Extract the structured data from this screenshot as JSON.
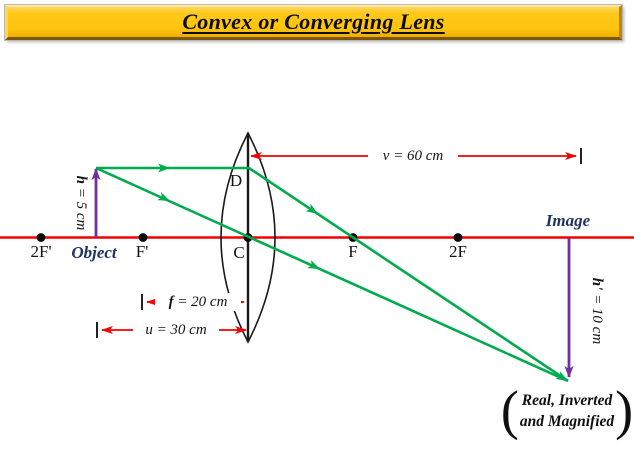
{
  "title": "Convex or Converging Lens",
  "axis_points": [
    {
      "label": "2F'"
    },
    {
      "label": "F'"
    },
    {
      "label": "C"
    },
    {
      "label": "F"
    },
    {
      "label": "2F"
    }
  ],
  "lens": {
    "top_point_label": "D"
  },
  "object": {
    "label": "Object",
    "height": {
      "var": "h",
      "rest": " = 5 cm"
    }
  },
  "image": {
    "label": "Image",
    "height": {
      "var": "h'",
      "rest": " = 10 cm"
    }
  },
  "measurements": {
    "v": {
      "var": "v",
      "rest": " = 60 cm"
    },
    "f": {
      "var": "f",
      "rest": " = 20 cm"
    },
    "u": {
      "var": "u",
      "rest": " = 30 cm"
    }
  },
  "note": {
    "open_paren": "(",
    "line1": "Real, Inverted",
    "line2": "and Magnified",
    "close_paren": ")"
  },
  "colors": {
    "axis_red": "#f40000",
    "ray_green": "#00ab4e",
    "arrow_purple": "#7030a0",
    "label_navy": "#1f3460",
    "banner_yellow": "#ffc411"
  }
}
